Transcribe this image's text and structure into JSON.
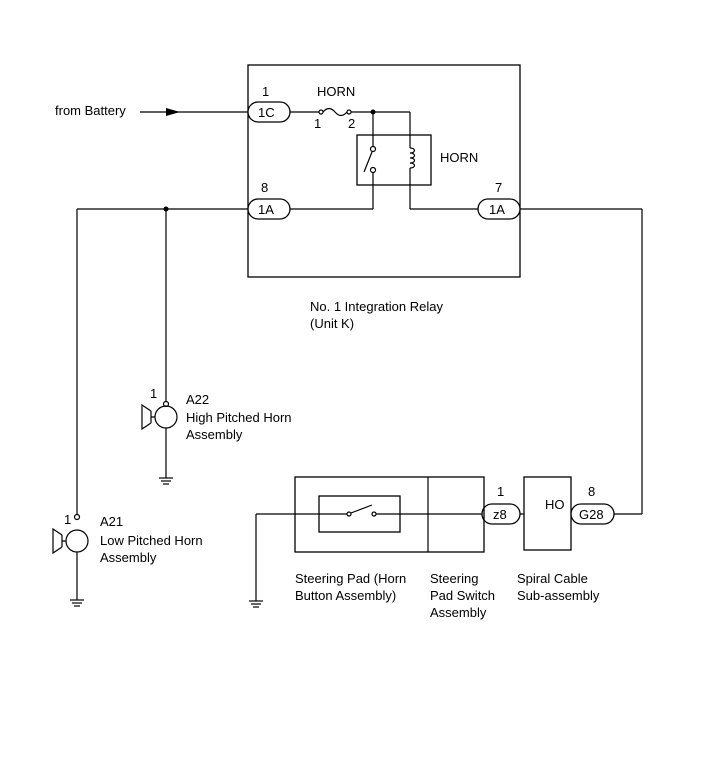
{
  "battery": {
    "label": "from Battery"
  },
  "relay": {
    "name_line1": "No. 1 Integration Relay",
    "name_line2": "(Unit K)",
    "fuse_label": "HORN",
    "fuse_pin_in": "1",
    "fuse_pin_out": "2",
    "coil_label": "HORN",
    "connectors": [
      {
        "name": "1C",
        "pin": "1"
      },
      {
        "name": "1A",
        "pin": "8"
      },
      {
        "name": "1A",
        "pin": "7"
      }
    ]
  },
  "horns": [
    {
      "code": "A22",
      "pin": "1",
      "name_line1": "High Pitched Horn",
      "name_line2": "Assembly"
    },
    {
      "code": "A21",
      "pin": "1",
      "name_line1": "Low Pitched Horn",
      "name_line2": "Assembly"
    }
  ],
  "steering_pad": {
    "line1": "Steering Pad (Horn",
    "line2": "Button Assembly)"
  },
  "steering_pad_switch": {
    "line1": "Steering",
    "line2": "Pad Switch",
    "line3": "Assembly"
  },
  "spiral_cable": {
    "line1": "Spiral Cable",
    "line2": "Sub-assembly",
    "terminal": "HO",
    "connector_in": {
      "name": "z8",
      "pin": "1"
    },
    "connector_out": {
      "name": "G28",
      "pin": "8"
    }
  }
}
